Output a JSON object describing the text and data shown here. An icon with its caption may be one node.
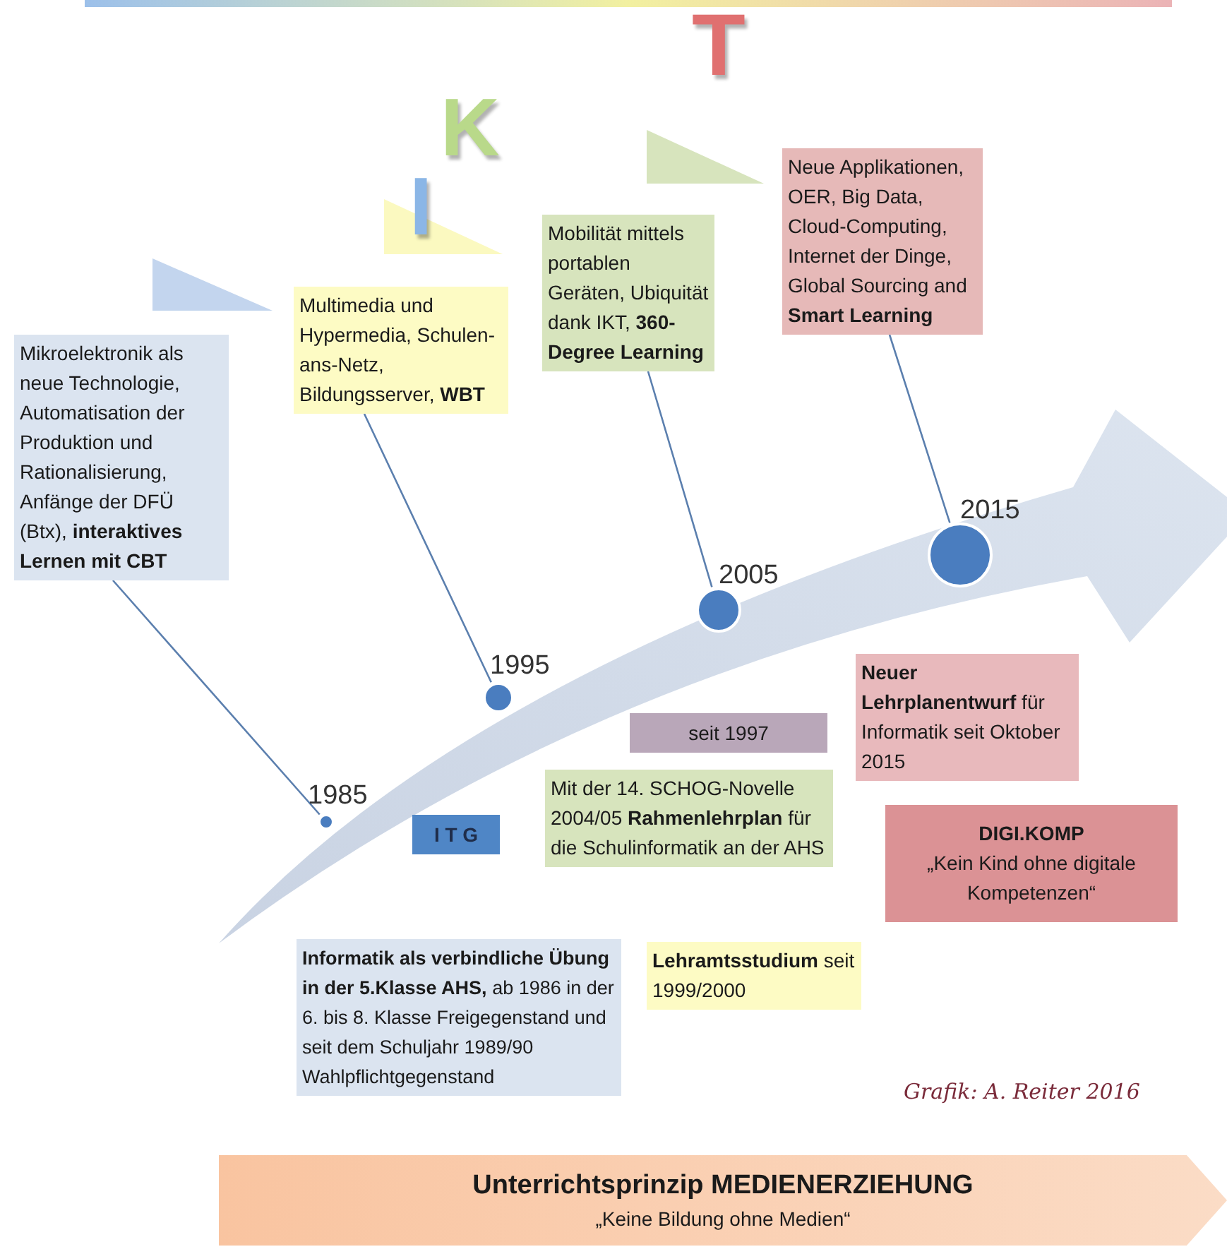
{
  "diagram": {
    "nodes": [
      {
        "text": [
          "Mikroelektronik als neue Technologie, Automatisation der Produktion und Rationalisierung, Anfänge der DFÜ (Btx), **interaktives Lernen mit CBT**"
        ]
      },
      {
        "text": [
          "Multimedia und Hypermedia, Schulen-ans-Netz, Bildungsserver, **WBT**"
        ]
      },
      {
        "text": [
          "Mobilität mittels portablen Geräten, Ubiquität dank IKT, **360-Degree Learning**"
        ]
      },
      {
        "text": [
          "Neue Applikationen, OER, Big Data, Cloud-Computing, Internet der Dinge, Global Sourcing and **Smart Learning**"
        ]
      },
      {
        "text": [],
        "shape": "circle",
        "beside": [
          "1985"
        ]
      },
      {
        "text": [],
        "shape": "circle",
        "beside": [
          "1995"
        ]
      },
      {
        "text": [],
        "shape": "circle",
        "beside": [
          "2005"
        ]
      },
      {
        "text": [],
        "shape": "circle",
        "beside": [
          "2015"
        ]
      },
      {
        "text": [
          "I T G"
        ]
      },
      {
        "text": [
          "seit 1997"
        ]
      },
      {
        "text": [
          "**Neuer Lehrplanentwurf** für Informatik seit Oktober 2015"
        ]
      },
      {
        "text": [
          "Mit der 14. SCHOG-Novelle 2004/05 **Rahmenlehrplan** für die Schulinformatik an der AHS"
        ]
      },
      {
        "text": [
          "DIGI.KOMP",
          "„Kein Kind ohne digitale Kompetenzen“"
        ]
      },
      {
        "text": [
          "**Informatik als verbindliche Übung in der 5.Klasse AHS,** ab 1986 in der 6. bis 8. Klasse Freigegenstand und seit dem Schuljahr 1989/90 Wahlpflichtgegenstand"
        ]
      },
      {
        "text": [
          "**Lehramtsstudium** seit 1999/2000"
        ]
      },
      {
        "text": [
          "Unterrichtsprinzip MEDIENERZIEHUNG",
          "„Keine Bildung ohne Medien“"
        ]
      },
      {
        "text": [],
        "shape": "triangle"
      },
      {
        "text": [],
        "shape": "triangle"
      },
      {
        "text": [],
        "shape": "triangle"
      }
    ],
    "edges": [
      {
        "from": 0,
        "to": 4,
        "arrow": "none"
      },
      {
        "from": 1,
        "to": 5,
        "arrow": "none"
      },
      {
        "from": 2,
        "to": 6,
        "arrow": "none"
      },
      {
        "from": 3,
        "to": 7,
        "arrow": "none"
      }
    ],
    "labels": [
      "T",
      "K",
      "I",
      "Grafik: A. Reiter 2016"
    ]
  }
}
